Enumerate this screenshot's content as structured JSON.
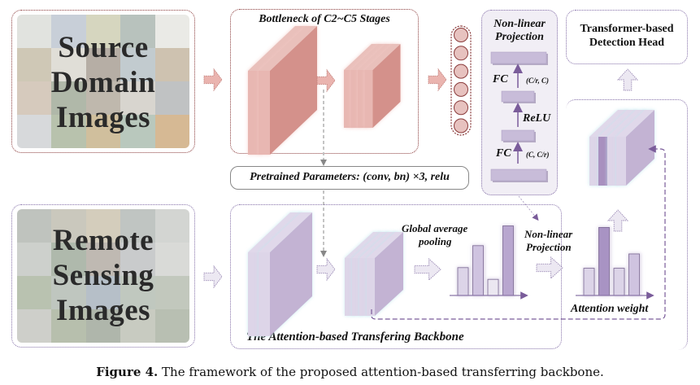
{
  "source_panel": {
    "title_lines": [
      "Source",
      "Domain",
      "Images"
    ],
    "tile_colors": [
      "#c9ccc4",
      "#9aa8b8",
      "#b5b58a",
      "#7e8f86",
      "#d9d9d2",
      "#a89a7a",
      "#c7c2b6",
      "#7a6b5b",
      "#8fa1a8",
      "#a58f70",
      "#b59f86",
      "#6f7d62",
      "#8a7d6a",
      "#b8b2a8",
      "#8c8f92",
      "#b7b9bd",
      "#7d8f6a",
      "#a98b4c",
      "#7f9a86",
      "#b5803d"
    ]
  },
  "remote_panel": {
    "title_lines": [
      "Remote",
      "Sensing",
      "Images"
    ],
    "tile_colors": [
      "#8a9188",
      "#9f9b86",
      "#b0a485",
      "#8c968f",
      "#aeb3ad",
      "#a4aaa2",
      "#6e7f68",
      "#8b7f72",
      "#9ca0a2",
      "#b9bbb7",
      "#7f8f6f",
      "#8a988a",
      "#7a8a9a",
      "#8c9a8a",
      "#8f9a86",
      "#a6a89e",
      "#7b8a6a",
      "#6d7a66",
      "#9aa08e",
      "#7e8a72"
    ]
  },
  "bottleneck": {
    "title": "Bottleneck of C2~C5 Stages"
  },
  "pretrained": {
    "label": "Pretrained Parameters: (conv, bn) ×3, relu"
  },
  "nonlinear_panel": {
    "title_lines": [
      "Non-linear",
      "Projection"
    ],
    "fc_top": {
      "label": "FC",
      "dims": "(C/r, C)"
    },
    "relu": "ReLU",
    "fc_bottom": {
      "label": "FC",
      "dims": "(C, C/r)"
    }
  },
  "detection_head": {
    "title_lines": [
      "Transformer-based",
      "Detection Head"
    ]
  },
  "backbone": {
    "title": "The Attention-based Transfering Backbone",
    "gap_label_lines": [
      "Global average",
      "pooling"
    ],
    "proj_label_lines": [
      "Non-linear",
      "Projection"
    ],
    "attention_label": "Attention weight"
  },
  "gap_bars": [
    0.38,
    0.68,
    0.22,
    0.95
  ],
  "attention_bars": [
    0.38,
    0.95,
    0.38,
    0.58
  ],
  "neuron_count": 6,
  "colors": {
    "red_block": "#d4918b",
    "red_block_light": "#e8b7b2",
    "purple_block": "#c3b3d3",
    "purple_block_light": "#ddd5e8",
    "purple_dark": "#a890bf",
    "arrow_purple": "#7a5c9a"
  },
  "caption": {
    "prefix": "Figure 4.",
    "text": " The framework of the proposed attention-based transferring backbone."
  }
}
